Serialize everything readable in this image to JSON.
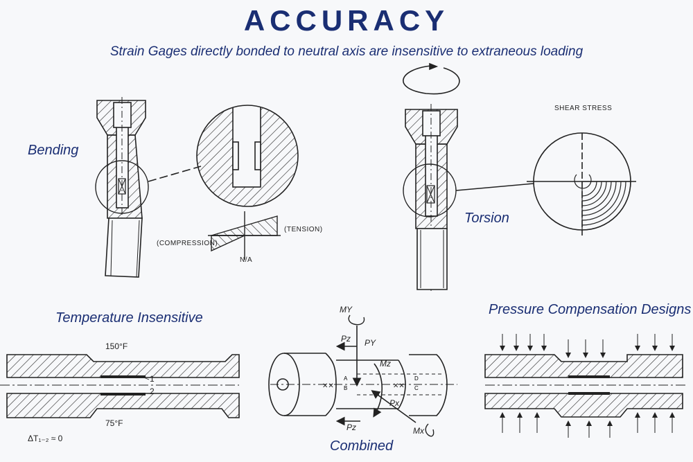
{
  "title": "ACCURACY",
  "subtitle": "Strain Gages directly bonded to neutral axis are insensitive to extraneous loading",
  "bending": {
    "label": "Bending",
    "compression": "(COMPRESSION)",
    "tension": "(TENSION)",
    "neutral_axis": "N/A"
  },
  "torsion": {
    "label": "Torsion",
    "shear_stress": "SHEAR STRESS"
  },
  "temperature": {
    "label": "Temperature Insensitive",
    "top_temp": "150°F",
    "bottom_temp": "75°F",
    "gage1": "1",
    "gage2": "2",
    "delta": "ΔT₁₋₂ ≈ 0"
  },
  "combined": {
    "label": "Combined",
    "my": "MY",
    "pz_top": "Pz",
    "py": "PY",
    "mz": "Mz",
    "px": "Px",
    "pz_bottom": "Pz",
    "mx": "Mx",
    "a": "A",
    "b": "B",
    "c": "C",
    "d": "D"
  },
  "pressure": {
    "label": "Pressure Compensation Designs"
  },
  "colors": {
    "navy": "#1a2e73",
    "ink": "#222222",
    "paper": "#f7f8fa"
  }
}
